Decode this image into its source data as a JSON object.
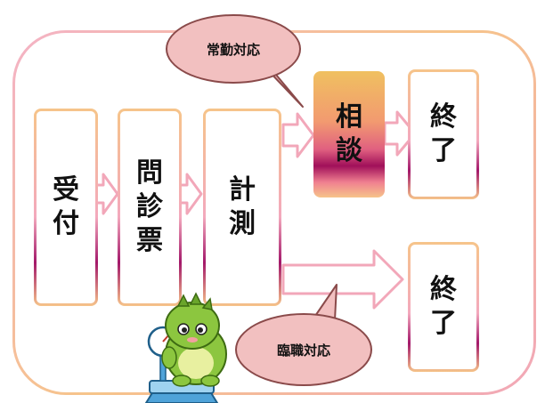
{
  "steps": {
    "reception": [
      "受",
      "付"
    ],
    "questionnaire": [
      "問",
      "診",
      "票"
    ],
    "measurement": [
      "計",
      "測"
    ],
    "consultation": [
      "相",
      "談"
    ],
    "end_top": [
      "終",
      "了"
    ],
    "end_bottom": [
      "終",
      "了"
    ]
  },
  "bubbles": {
    "regular": "常勤対応",
    "temporary": "臨職対応"
  },
  "colors": {
    "arrow_fill": "#ffffff",
    "arrow_stroke": "#f2a7b9",
    "bubble_fill": "#f2c0c0",
    "bubble_stroke": "#8a4a4a",
    "mascot_green": "#8cc63f"
  },
  "icons": [
    "mascot-on-scale"
  ]
}
